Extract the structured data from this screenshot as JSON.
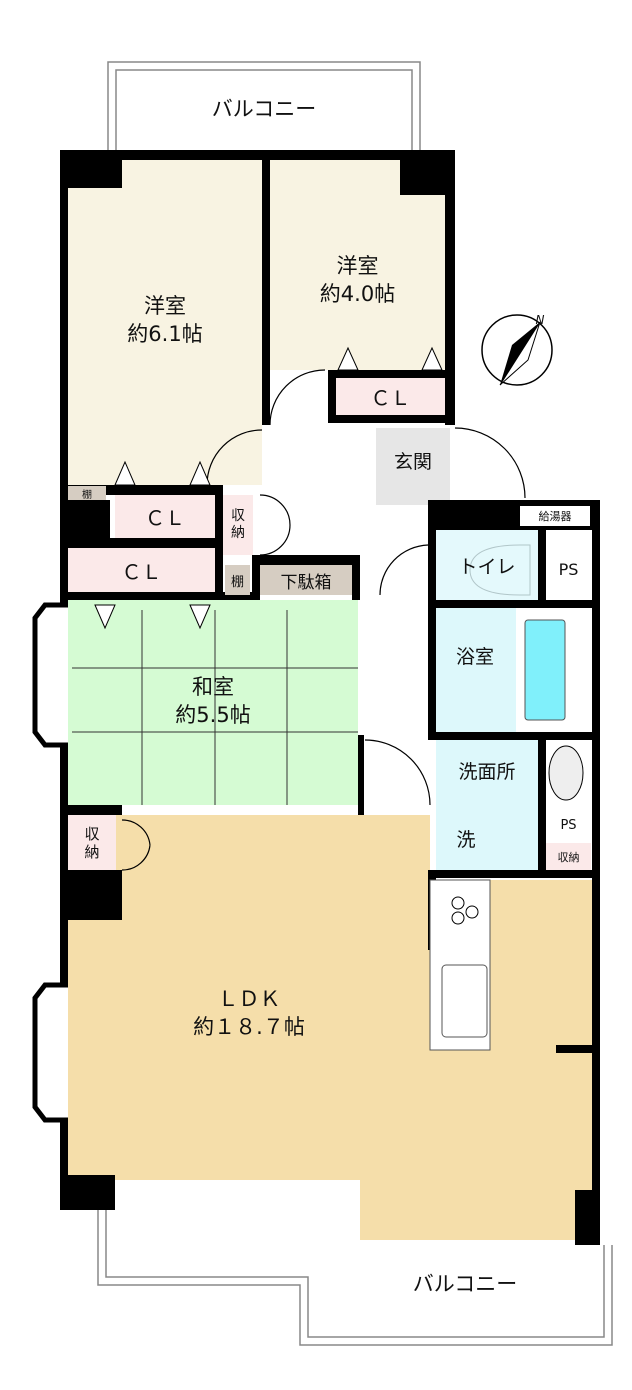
{
  "rooms": {
    "western1": {
      "name": "洋室",
      "size": "約6.1帖"
    },
    "western2": {
      "name": "洋室",
      "size": "約4.0帖"
    },
    "japanese": {
      "name": "和室",
      "size": "約5.5帖"
    },
    "ldk": {
      "name": "ＬＤＫ",
      "size": "約１８.７帖"
    },
    "entrance": "玄関",
    "toilet": "トイレ",
    "bath": "浴室",
    "washroom": "洗面所",
    "laundry": "洗"
  },
  "storage": {
    "cl": "ＣＬ",
    "shuno": "収\n納",
    "shuno_small": "収納",
    "shelf": "棚",
    "shoebox": "下駄箱",
    "ps": "PS",
    "water_heater": "給湯器"
  },
  "balcony": "バルコニー",
  "compass": {
    "label": "N"
  },
  "colors": {
    "western": "#f8f3e2",
    "closet": "#fbe9e9",
    "japanese": "#d5fbd3",
    "ldk": "#f5deaa",
    "wet": "#ddf8fb",
    "tub": "#80f0fb",
    "entrance": "#e6e6e6",
    "shelf": "#d6cdc2"
  }
}
